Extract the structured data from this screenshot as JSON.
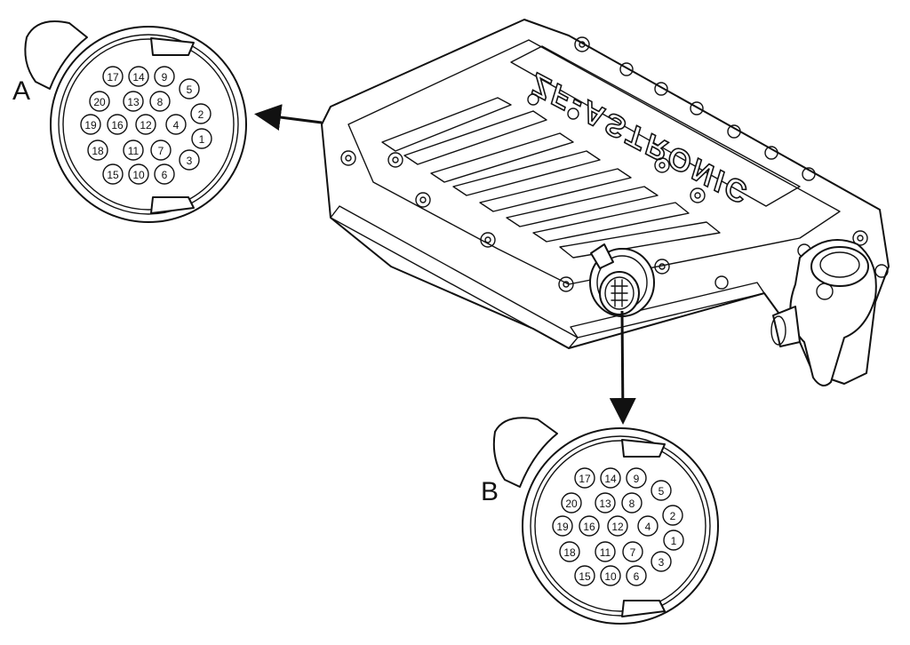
{
  "callouts": {
    "a": "A",
    "b": "B"
  },
  "unit_brand_text": "ZF-ASTRONIC",
  "connector_pins": [
    "17",
    "14",
    "9",
    "5",
    "20",
    "13",
    "8",
    "2",
    "19",
    "16",
    "12",
    "4",
    "1",
    "18",
    "11",
    "7",
    "3",
    "15",
    "10",
    "6"
  ]
}
